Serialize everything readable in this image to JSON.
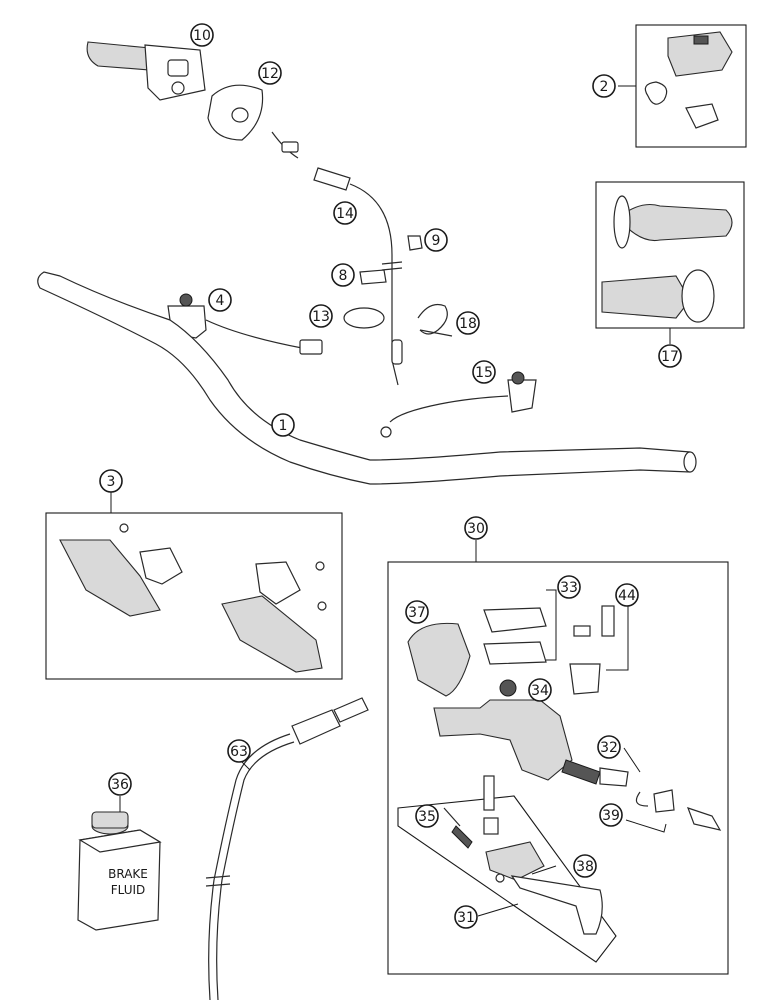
{
  "callouts": [
    {
      "key": "c1",
      "label": "1"
    },
    {
      "key": "c2",
      "label": "2"
    },
    {
      "key": "c3",
      "label": "3"
    },
    {
      "key": "c4",
      "label": "4"
    },
    {
      "key": "c8",
      "label": "8"
    },
    {
      "key": "c9",
      "label": "9"
    },
    {
      "key": "c10",
      "label": "10"
    },
    {
      "key": "c12",
      "label": "12"
    },
    {
      "key": "c13",
      "label": "13"
    },
    {
      "key": "c14",
      "label": "14"
    },
    {
      "key": "c15",
      "label": "15"
    },
    {
      "key": "c17",
      "label": "17"
    },
    {
      "key": "c18",
      "label": "18"
    },
    {
      "key": "c30",
      "label": "30"
    },
    {
      "key": "c31",
      "label": "31"
    },
    {
      "key": "c32",
      "label": "32"
    },
    {
      "key": "c33",
      "label": "33"
    },
    {
      "key": "c34",
      "label": "34"
    },
    {
      "key": "c35",
      "label": "35"
    },
    {
      "key": "c36",
      "label": "36"
    },
    {
      "key": "c37",
      "label": "37"
    },
    {
      "key": "c38",
      "label": "38"
    },
    {
      "key": "c39",
      "label": "39"
    },
    {
      "key": "c44",
      "label": "44"
    },
    {
      "key": "c63",
      "label": "63"
    }
  ],
  "brake_fluid_can": {
    "line1": "BRAKE",
    "line2": "FLUID"
  }
}
